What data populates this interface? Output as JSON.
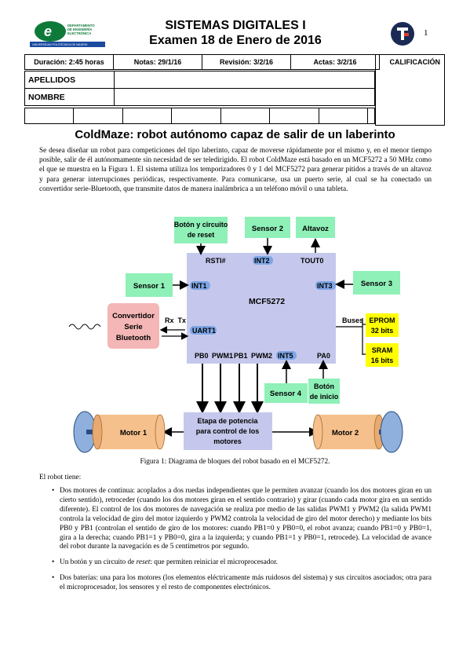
{
  "header": {
    "logo_lines": [
      "DEPARTAMENTO",
      "DE INGENIERÍA",
      "ELECTRÓNICA"
    ],
    "logo_footer": "UNIVERSIDAD POLITÉCNICA DE MADRID",
    "title_line1": "SISTEMAS DIGITALES I",
    "title_line2": "Examen 18 de Enero de 2016",
    "page_number": "1"
  },
  "info_row": {
    "duration": "Duración: 2:45 horas",
    "notes": "Notas: 29/1/16",
    "review": "Revisión: 3/2/16",
    "minutes": "Actas: 3/2/16",
    "grade_label": "CALIFICACIÓN"
  },
  "form": {
    "surname_label": "APELLIDOS",
    "name_label": "NOMBRE"
  },
  "document": {
    "title": "ColdMaze: robot autónomo capaz de salir de un laberinto",
    "intro": "Se desea diseñar un robot para competiciones del tipo laberinto, capaz de moverse rápidamente por el mismo y, en el menor tiempo posible, salir de él autónomamente sin necesidad de ser teledirigido. El robot ColdMaze está basado en un MCF5272 a 50 MHz como el que se muestra en la Figura 1. El sistema utiliza los temporizadores 0 y 1 del MCF5272 para generar pitidos a través de un altavoz y para generar interrupciones periódicas, respectivamente. Para comunicarse, usa un puerto serie, al cual se ha conectado un convertidor serie-Bluetooth, que transmite datos de manera inalámbrica a un teléfono móvil o una tableta.",
    "caption": "Figura 1: Diagrama de bloques del robot basado en el MCF5272.",
    "lead": "El robot tiene:",
    "bullets": [
      "Dos motores de continua: acoplados a dos ruedas independientes que le permiten avanzar (cuando los dos motores giran en un cierto sentido), retroceder (cuando los dos motores giran en el sentido contrario) y girar (cuando cada motor gira en un sentido diferente). El control de los dos motores de navegación se realiza por medio de las salidas PWM1 y PWM2 (la salida PWM1 controla la velocidad de giro del motor izquierdo y PWM2 controla la velocidad de giro del motor derecho) y mediante los bits PB0 y PB1 (controlan el sentido de giro de los motores: cuando PB1=0 y PB0=0, el robot avanza; cuando PB1=0 y PB0=1, gira a la derecha; cuando PB1=1 y PB0=0, gira a la izquierda; y cuando PB1=1 y PB0=1, retrocede). La velocidad de avance del robot durante la navegación es de 5 centímetros por segundo.",
      "Dos baterías: una para los motores (los elementos eléctricamente más ruidosos del sistema) y sus circuitos asociados; otra para el microprocesador, los sensores y el resto de componentes electrónicos."
    ],
    "bullet_reset_prefix": "Un botón y un circuito de ",
    "bullet_reset_italic": "reset",
    "bullet_reset_suffix": ": que permiten reiniciar el microprocesador."
  },
  "diagram": {
    "mcu": "MCF5272",
    "reset_box": [
      "Botón y circuito",
      "de reset"
    ],
    "sensor1": "Sensor 1",
    "sensor2": "Sensor 2",
    "sensor3": "Sensor 3",
    "sensor4": "Sensor 4",
    "speaker": "Altavoz",
    "start_button": [
      "Botón",
      "de inicio"
    ],
    "converter": [
      "Convertidor",
      "Serie",
      "Bluetooth"
    ],
    "eprom": [
      "EPROM",
      "32 bits"
    ],
    "sram": [
      "SRAM",
      "16 bits"
    ],
    "buses": "Buses",
    "power_stage": [
      "Etapa de potencia",
      "para control de los",
      "motores"
    ],
    "motor1": "Motor 1",
    "motor2": "Motor 2",
    "rxtx": "Rx  Tx",
    "pins": {
      "rsti": "RSTI#",
      "int2": "INT2",
      "tout0": "TOUT0",
      "int1": "INT1",
      "int3": "INT3",
      "uart1": "UART1",
      "pb0": "PB0",
      "pwm1": "PWM1",
      "pb1": "PB1",
      "pwm2": "PWM2",
      "int5": "INT5",
      "pa0": "PA0"
    },
    "colors": {
      "mcu": "#c5c8ec",
      "green": "#8ff0b8",
      "pink": "#f4b6b6",
      "yellow": "#ffff00",
      "motor": "#f5c08c",
      "wheel": "#8fb0dc",
      "pin_pill": "#7ea6e6"
    }
  }
}
